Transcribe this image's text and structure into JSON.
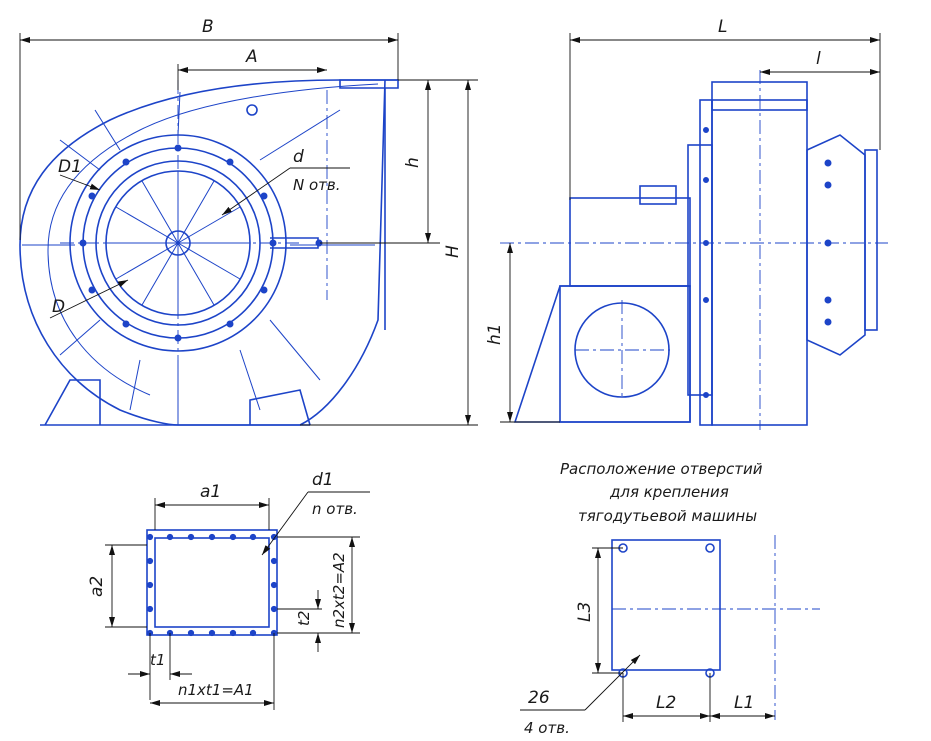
{
  "views": {
    "front": {
      "labels": {
        "B": "B",
        "A": "A",
        "h": "h",
        "H": "H",
        "d": "d",
        "N": "N отв.",
        "D1": "D1",
        "D": "D"
      }
    },
    "side": {
      "labels": {
        "L": "L",
        "l": "l",
        "h1": "h1"
      }
    },
    "outlet_flange": {
      "labels": {
        "a1": "a1",
        "a2": "a2",
        "d1": "d1",
        "n": "n отв.",
        "n2t2": "n2xt2=A2",
        "t2": "t2",
        "t1": "t1",
        "n1t1": "n1xt1=A1"
      }
    },
    "mount_holes": {
      "caption": [
        "Расположение отверстий",
        "для крепления",
        "тягодутьевой машины"
      ],
      "labels": {
        "L3": "L3",
        "L2": "L2",
        "L1": "L1",
        "hole": "26",
        "count": "4 отв."
      }
    }
  },
  "colors": {
    "part": "#1d44c8",
    "dimension": "#111111"
  }
}
